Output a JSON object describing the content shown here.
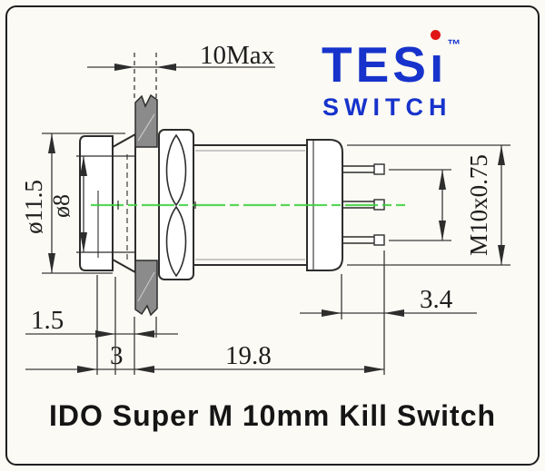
{
  "logo": {
    "brand_prefix": "TES",
    "brand_i_stem": "ı",
    "trademark": "™",
    "subtitle": "SWITCH",
    "brand_blue": "#1733cc",
    "dot_red": "#e01616"
  },
  "caption": "IDO Super M 10mm Kill Switch",
  "drawing": {
    "dim_panel_max": "10Max",
    "dim_head_diameter": "ø11.5",
    "dim_plunger_diameter": "ø8",
    "dim_thread": "M10x0.75",
    "dim_terminal": "3.4",
    "dim_lip": "1.5",
    "dim_bezel_depth": "3",
    "dim_body_length": "19.8",
    "line_color": "#2d2d2d",
    "panel_fill": "#8b8b8b",
    "centerline_color": "#3ecf3e"
  }
}
